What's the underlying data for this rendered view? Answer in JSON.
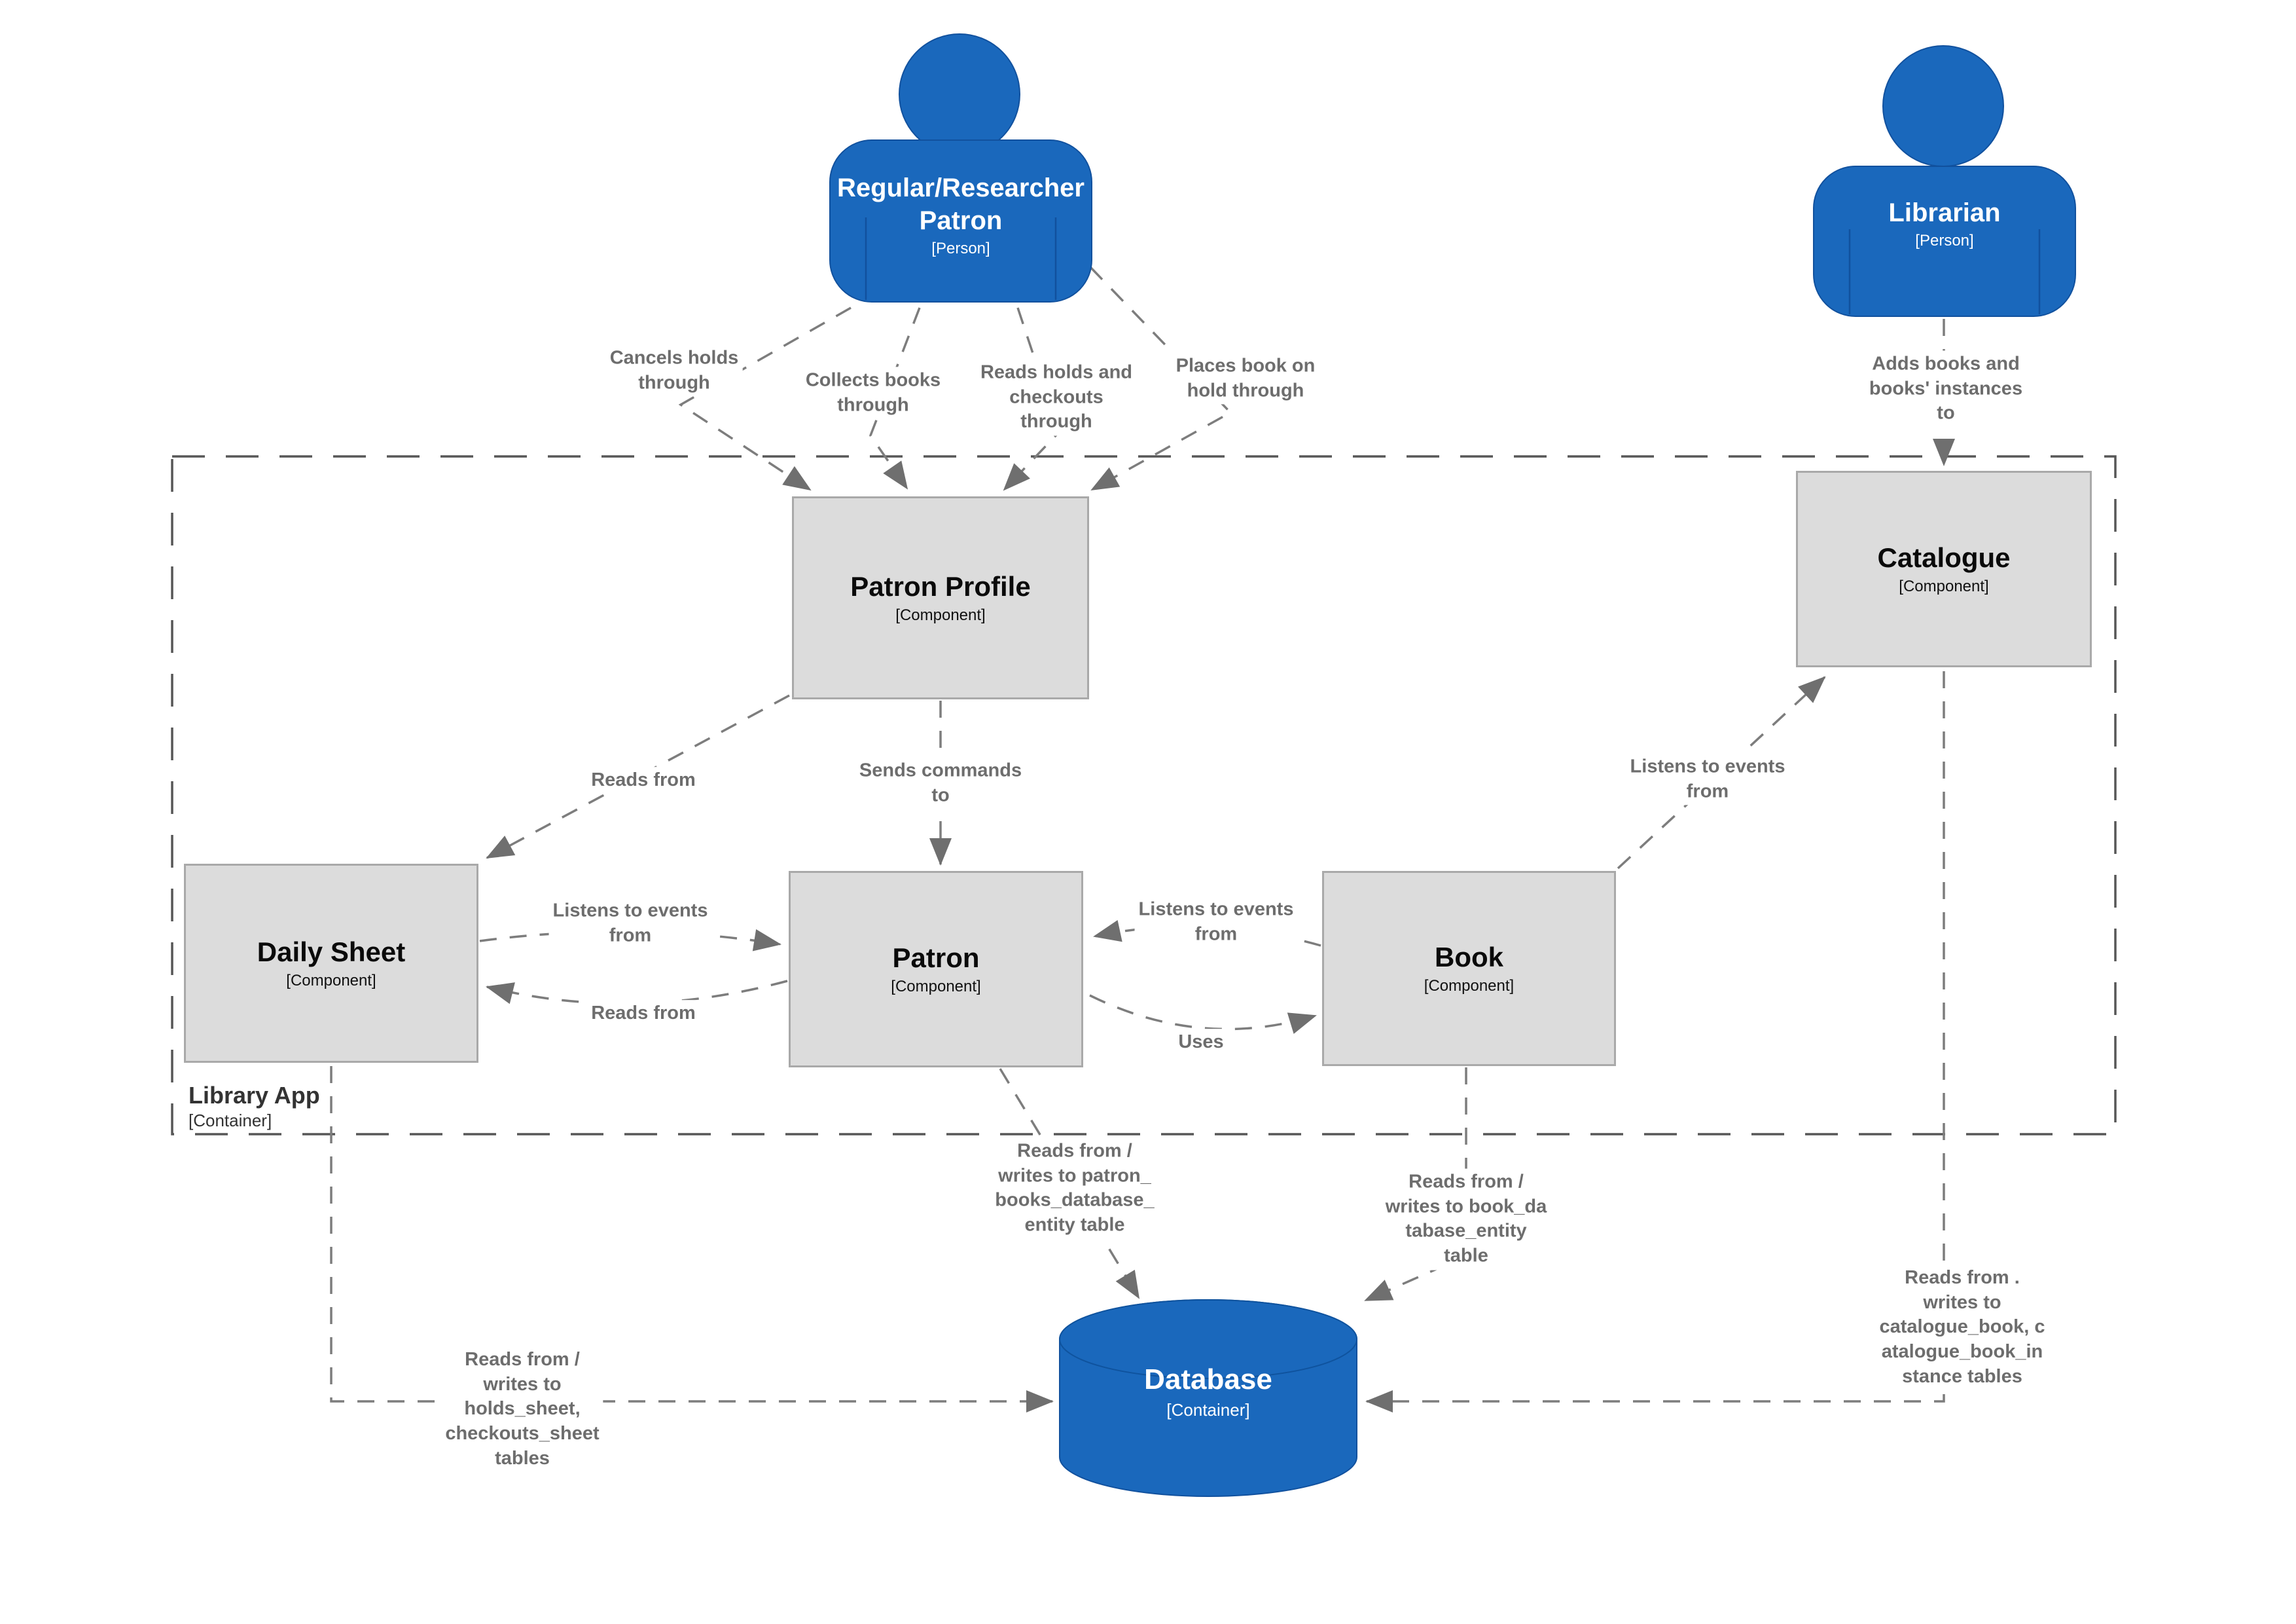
{
  "persons": {
    "patron": {
      "name": "Regular/Researcher\nPatron",
      "type": "[Person]"
    },
    "librarian": {
      "name": "Librarian",
      "type": "[Person]"
    }
  },
  "boundary": {
    "name": "Library App",
    "type": "[Container]"
  },
  "components": {
    "patron_profile": {
      "name": "Patron Profile",
      "type": "[Component]"
    },
    "catalogue": {
      "name": "Catalogue",
      "type": "[Component]"
    },
    "daily_sheet": {
      "name": "Daily Sheet",
      "type": "[Component]"
    },
    "patron": {
      "name": "Patron",
      "type": "[Component]"
    },
    "book": {
      "name": "Book",
      "type": "[Component]"
    }
  },
  "database": {
    "name": "Database",
    "type": "[Container]"
  },
  "edge_labels": {
    "cancels_holds": "Cancels holds\nthrough",
    "collects_books": "Collects books\nthrough",
    "reads_holds": "Reads holds and\ncheckouts\nthrough",
    "places_book": "Places book on\nhold through",
    "adds_books": "Adds books and\nbooks' instances\nto",
    "reads_from": "Reads from",
    "sends_commands": "Sends commands\nto",
    "listens_to_events": "Listens to events\nfrom",
    "uses": "Uses",
    "rw_patron_table": "Reads from /\nwrites to patron_\nbooks_database_\nentity table",
    "rw_book_table": "Reads from /\nwrites to book_da\ntabase_entity\ntable",
    "rw_catalogue_tables": "Reads from .\nwrites to\ncatalogue_book, c\natalogue_book_in\nstance tables",
    "rw_holds_tables": "Reads from /\nwrites to\nholds_sheet,\ncheckouts_sheet\ntables"
  },
  "colors": {
    "person_fill": "#1a68bc",
    "person_stroke": "#11519e",
    "component_fill": "#dcdcdc",
    "component_stroke": "#a9a9a9",
    "connector": "#7d7d7d",
    "arrowhead": "#6f6f6f",
    "edge_label_text": "#6d6d6d",
    "boundary_stroke": "#565656"
  }
}
